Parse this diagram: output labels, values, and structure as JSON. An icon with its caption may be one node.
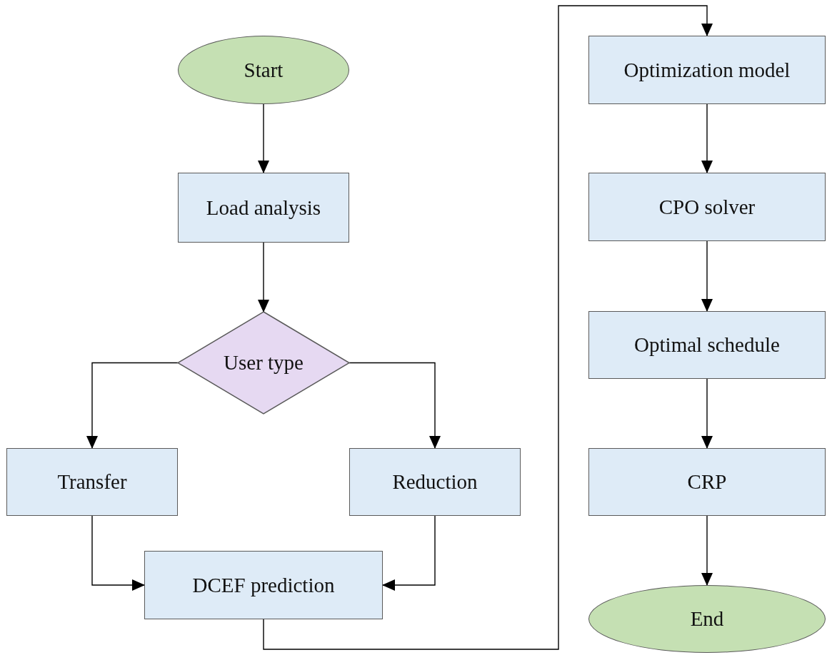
{
  "diagram": {
    "nodes": [
      {
        "text": [
          "Start"
        ]
      },
      {
        "text": [
          "Load analysis"
        ]
      },
      {
        "text": [
          "User type"
        ]
      },
      {
        "text": [
          "Transfer"
        ]
      },
      {
        "text": [
          "Reduction"
        ]
      },
      {
        "text": [
          "DCEF prediction"
        ]
      },
      {
        "text": [
          "Optimization model"
        ]
      },
      {
        "text": [
          "CPO solver"
        ]
      },
      {
        "text": [
          "Optimal schedule"
        ]
      },
      {
        "text": [
          "CRP"
        ]
      },
      {
        "text": [
          "End"
        ]
      }
    ],
    "edges": [
      {
        "from": 0,
        "to": 1,
        "arrow": "to"
      },
      {
        "from": 1,
        "to": 2,
        "arrow": "to"
      },
      {
        "from": 2,
        "to": 3,
        "arrow": "to"
      },
      {
        "from": 2,
        "to": 4,
        "arrow": "to"
      },
      {
        "from": 3,
        "to": 5,
        "arrow": "to"
      },
      {
        "from": 4,
        "to": 5,
        "arrow": "to"
      },
      {
        "from": 5,
        "to": 6,
        "arrow": "to"
      },
      {
        "from": 6,
        "to": 7,
        "arrow": "to"
      },
      {
        "from": 7,
        "to": 8,
        "arrow": "to"
      },
      {
        "from": 8,
        "to": 9,
        "arrow": "to"
      },
      {
        "from": 9,
        "to": 10,
        "arrow": "to"
      }
    ]
  }
}
